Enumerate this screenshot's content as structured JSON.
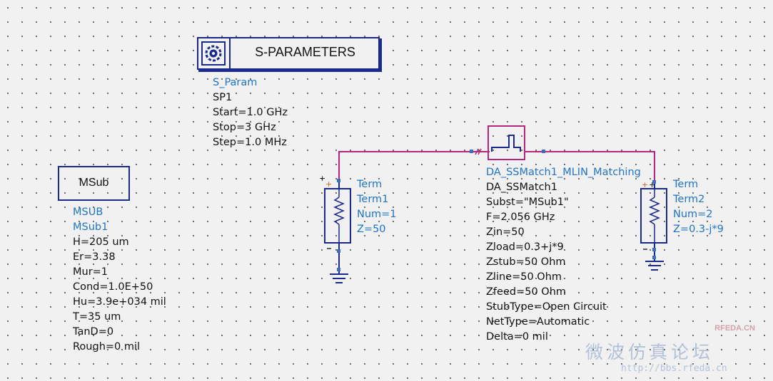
{
  "sparam": {
    "title": "S-PARAMETERS",
    "icon": "gear-icon",
    "lines": [
      "S_Param",
      "SP1",
      "Start=1.0 GHz",
      "Stop=3 GHz",
      "Step=1.0 MHz"
    ]
  },
  "msub": {
    "label": "MSub",
    "lines": [
      "MSUB",
      "MSub1",
      "H=205 um",
      "Er=3.38",
      "Mur=1",
      "Cond=1.0E+50",
      "Hu=3.9e+034 mil",
      "T=35 um",
      "TanD=0",
      "Rough=0 mil"
    ]
  },
  "term1": {
    "icon": "resistor-icon",
    "lines": [
      "Term",
      "Term1",
      "Num=1",
      "Z=50"
    ]
  },
  "term2": {
    "icon": "resistor-icon",
    "lines": [
      "Term",
      "Term2",
      "Num=2",
      "Z=0.3-j*9"
    ]
  },
  "match": {
    "icon": "stub-icon",
    "lines": [
      "DA_SSMatch1_MLIN_Matching",
      "DA_SSMatch1",
      "Subst=\"MSub1\"",
      "F=2.056 GHz",
      "Zin=50",
      "Zload=0.3+j*9",
      "Zstub=50 Ohm",
      "Zline=50 Ohm",
      "Zfeed=50 Ohm",
      "StubType=Open Circuit",
      "NetType=Automatic",
      "Delta=0 mil"
    ]
  },
  "watermark": {
    "logo": "RFEDA.CN",
    "cn": "微波仿真论坛",
    "url": "http://bbs.rfeda.cn"
  },
  "colors": {
    "wire": "#b5267f",
    "component": "#1a2a8c",
    "param_blue": "#1f74c4",
    "pin": "#3a6fc0",
    "plus": "#e06020"
  }
}
